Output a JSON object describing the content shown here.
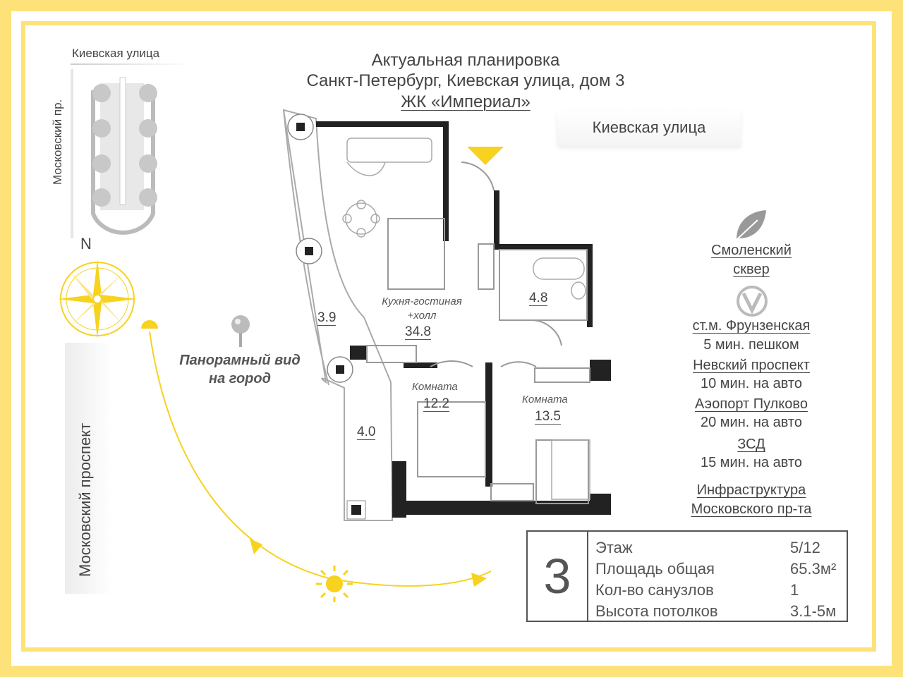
{
  "header": {
    "line1": "Актуальная планировка",
    "line2": "Санкт-Петербург, Киевская улица, дом 3",
    "line3": "ЖК «Империал»"
  },
  "streets": {
    "top_small": "Киевская улица",
    "top_pill": "Киевская улица",
    "left_small": "Московский пр.",
    "left_big": "Московский проспект"
  },
  "compass": {
    "north": "N"
  },
  "view_note": {
    "line1": "Панорамный вид",
    "line2": "на город"
  },
  "rooms": {
    "kitchen_label_1": "Кухня-гостиная",
    "kitchen_label_2": "+холл",
    "kitchen_area": "34.8",
    "bath_area": "4.8",
    "balcony_top_area": "3.9",
    "balcony_bottom_area": "4.0",
    "room1_label": "Комната",
    "room1_area": "12.2",
    "room2_label": "Комната",
    "room2_area": "13.5"
  },
  "nearby": {
    "park_1": "Смоленский",
    "park_2": "сквер",
    "metro_1": "ст.м. Фрунзенская",
    "metro_1_time": "5 мин. пешком",
    "place_2": "Невский проспект",
    "place_2_time": "10 мин. на авто",
    "place_3": "Аэопорт Пулково",
    "place_3_time": "20 мин. на авто",
    "place_4": "ЗСД",
    "place_4_time": "15 мин. на авто",
    "infra_1": "Инфраструктура",
    "infra_2": "Московского пр-та"
  },
  "specs": {
    "rooms_count": "3",
    "rows": [
      {
        "label": "Этаж",
        "value": "5/12"
      },
      {
        "label": "Площадь общая",
        "value": "65.3м²"
      },
      {
        "label": "Кол-во санузлов",
        "value": "1"
      },
      {
        "label": "Высота потолков",
        "value": "3.1-5м"
      }
    ]
  },
  "colors": {
    "accent": "#fde27a",
    "sun": "#f7d21e",
    "wall": "#222222",
    "text": "#444444"
  }
}
